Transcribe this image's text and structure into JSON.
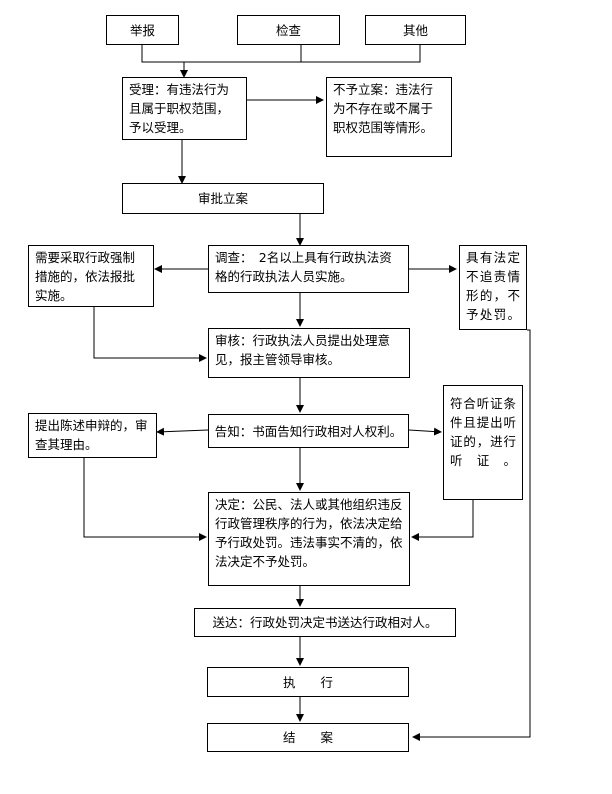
{
  "nodes": {
    "report": "举报",
    "inspect": "检查",
    "other": "其他",
    "accept": "受理：有违法行为且属于职权范围，予以受理。",
    "reject": "不予立案：违法行为不存在或不属于职权范围等情形。",
    "approve": "审批立案",
    "coerce": "需要采取行政强制措施的，依法报批实施。",
    "investigate": "调查：　2名以上具有行政执法资格的行政执法人员实施。",
    "exempt": "具有法定不追责情形的，不予处罚。",
    "review": "审核：行政执法人员提出处理意见，报主管领导审核。",
    "defense": "提出陈述申辩的，审查其理由。",
    "notify": "告知：书面告知行政相对人权利。",
    "hearing": "符合听证条件且提出听证的，进行听证。",
    "decide": "决定：公民、法人或其他组织违反行政管理秩序的行为，依法决定给予行政处罚。违法事实不清的，依法决定不予处罚。",
    "deliver": "送达：行政处罚决定书送达行政相对人。",
    "execute": "执　　行",
    "close": "结　　案"
  }
}
